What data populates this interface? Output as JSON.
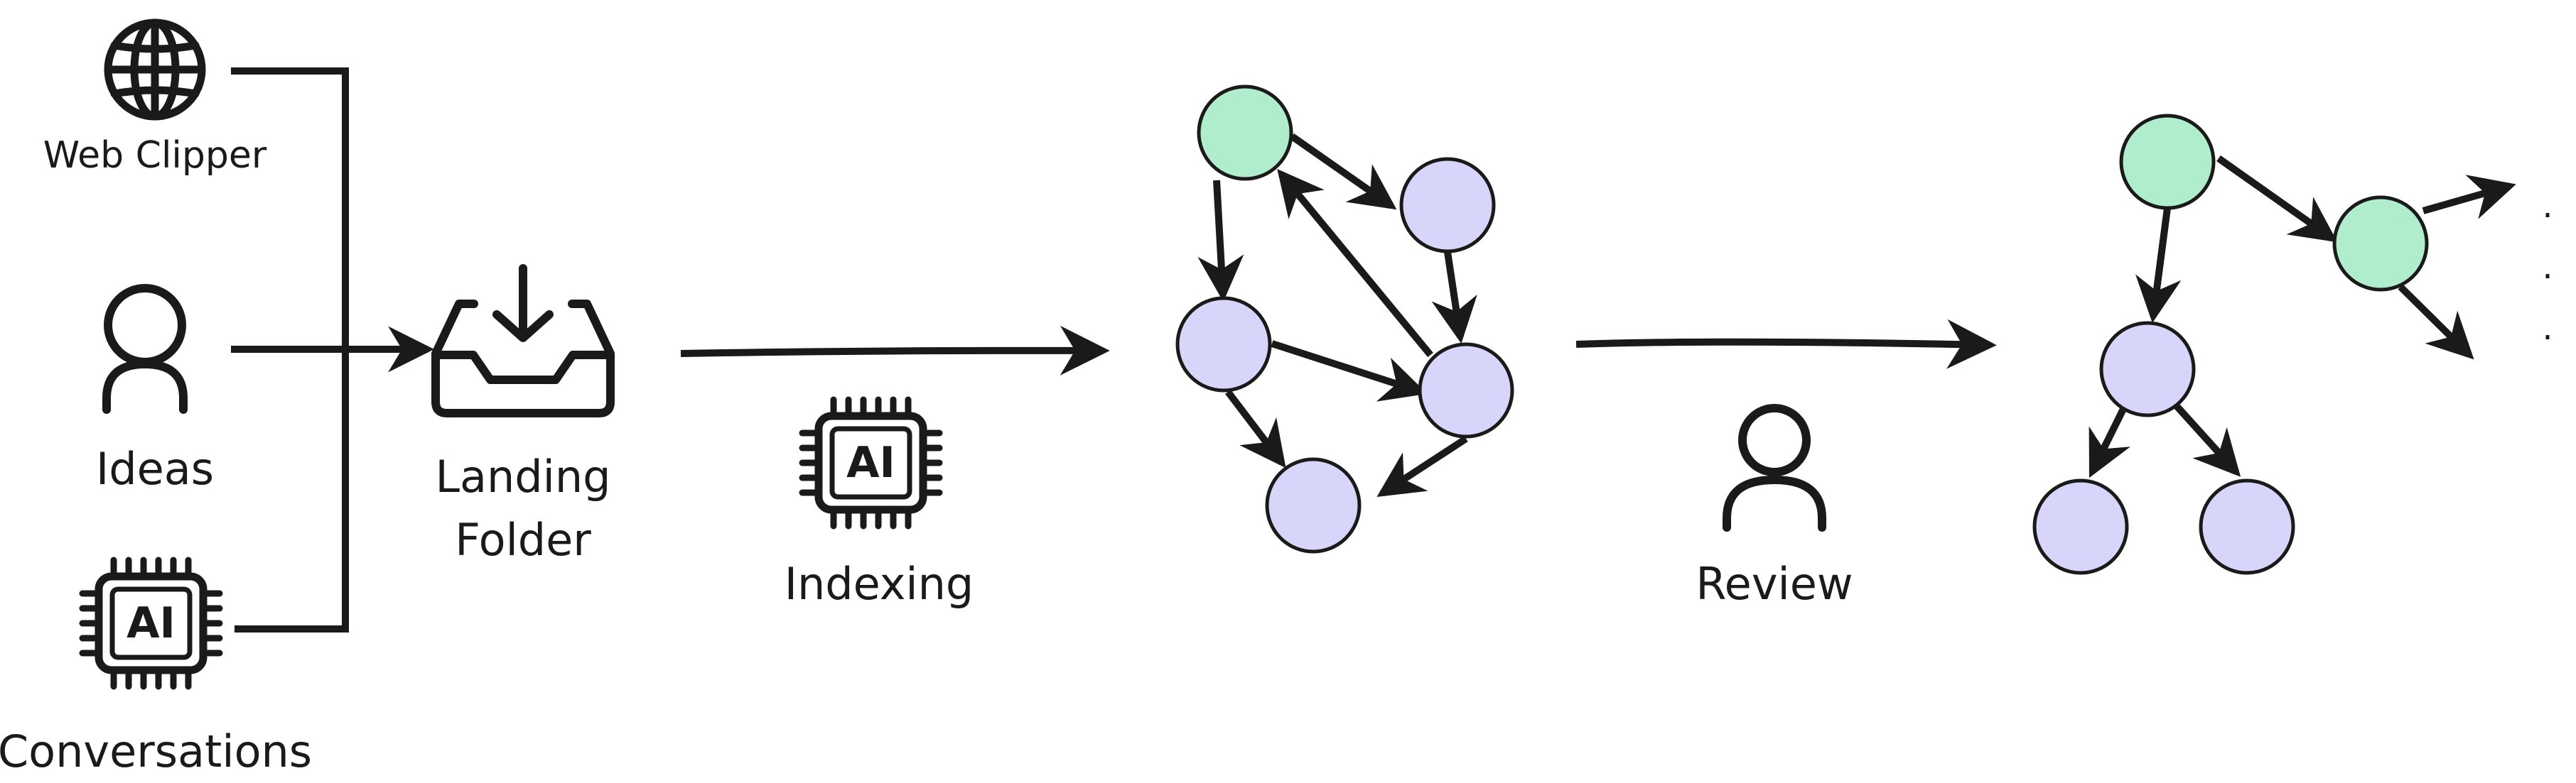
{
  "sources": {
    "web_clipper": "Web Clipper",
    "ideas": "Ideas",
    "conversations": "Conversations"
  },
  "landing": {
    "line1": "Landing",
    "line2": "Folder"
  },
  "steps": {
    "indexing": "Indexing",
    "review": "Review"
  },
  "chip_text": "AI",
  "continuation_marks": [
    ".",
    ".",
    "."
  ],
  "colors": {
    "stroke": "#1a1a1a",
    "root_node": "#b0edcc",
    "child_node": "#d8d5fa"
  },
  "icons": {
    "web_clipper": "globe-icon",
    "ideas": "person-icon",
    "conversations": "ai-chip-icon",
    "landing": "inbox-tray-icon",
    "indexing": "ai-chip-icon",
    "review": "person-icon"
  }
}
